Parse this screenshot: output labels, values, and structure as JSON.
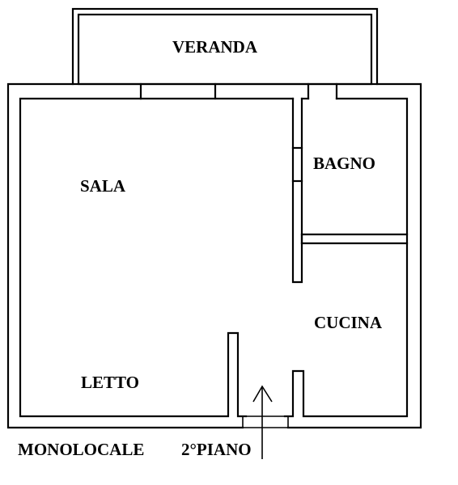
{
  "rooms": {
    "veranda": "VERANDA",
    "bagno": "BAGNO",
    "sala": "SALA",
    "cucina": "CUCINA",
    "letto": "LETTO"
  },
  "captions": {
    "type": "MONOLOCALE",
    "floor": "2°PIANO"
  }
}
